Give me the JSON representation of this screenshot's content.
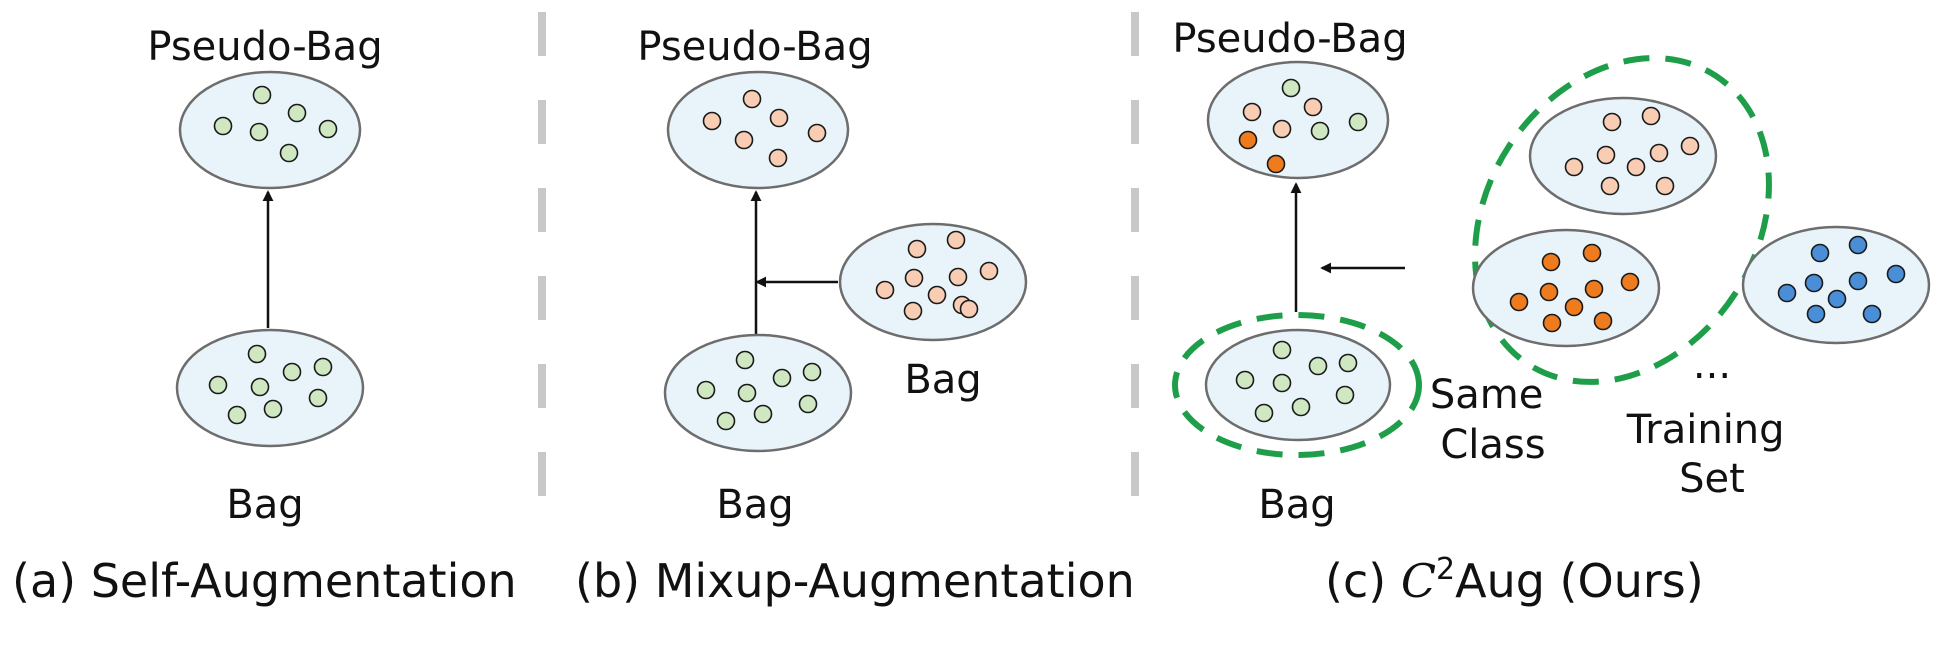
{
  "panels": [
    {
      "caption": "(a) Self-Augmentation",
      "pseudo_bag_label": "Pseudo-Bag",
      "bag_label": "Bag"
    },
    {
      "caption": "(b) Mixup-Augmentation",
      "pseudo_bag_label": "Pseudo-Bag",
      "bag_label": "Bag",
      "side_bag_label": "Bag"
    },
    {
      "caption_prefix": "(c) ",
      "caption_symbol": "C",
      "caption_superscript": "2",
      "caption_suffix": "Aug (Ours)",
      "pseudo_bag_label": "Pseudo-Bag",
      "bag_label": "Bag",
      "same_class_line1": "Same",
      "same_class_line2": "Class",
      "ellipsis": "...",
      "training_set_line1": "Training",
      "training_set_line2": "Set"
    }
  ],
  "colors": {
    "instance_green": "#cfe8c2",
    "instance_peach": "#f8cdb3",
    "instance_orange": "#ee7b1e",
    "instance_blue": "#4a8ed8",
    "same_class_outline": "#1f9e4a"
  }
}
